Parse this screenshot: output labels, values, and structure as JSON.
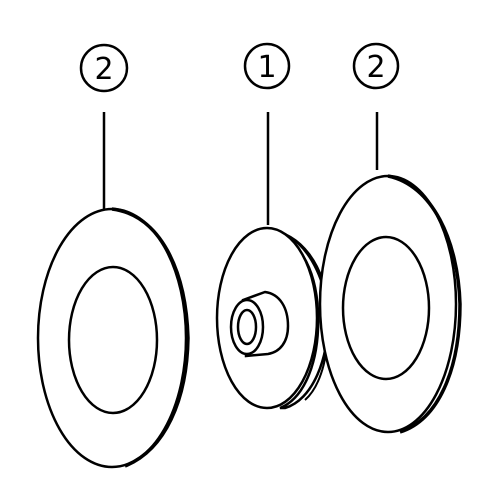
{
  "callouts": {
    "left_washer": "2",
    "pulley": "1",
    "right_washer": "2"
  },
  "colors": {
    "line": "#000000",
    "background": "#ffffff"
  }
}
